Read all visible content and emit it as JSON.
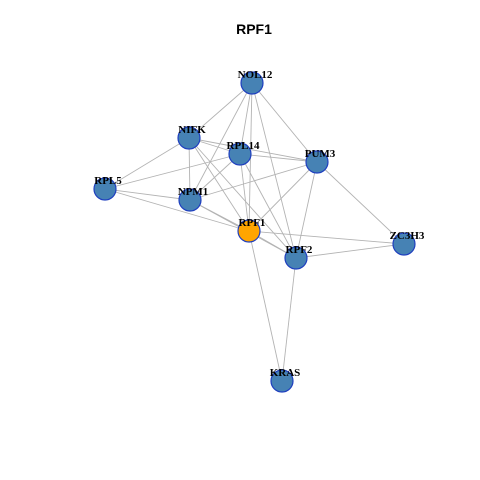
{
  "title": "RPF1",
  "colors": {
    "node_default": "#4682b4",
    "node_highlight": "#ffa500",
    "node_border": "#1f3fbf",
    "edge": "#b3b3b3"
  },
  "nodes": [
    {
      "id": "NOL12",
      "label": "NOL12",
      "highlight": false
    },
    {
      "id": "NIFK",
      "label": "NIFK",
      "highlight": false
    },
    {
      "id": "RPL14",
      "label": "RPL14",
      "highlight": false
    },
    {
      "id": "PUM3",
      "label": "PUM3",
      "highlight": false
    },
    {
      "id": "RPL5",
      "label": "RPL5",
      "highlight": false
    },
    {
      "id": "NPM1",
      "label": "NPM1",
      "highlight": false
    },
    {
      "id": "RPF1",
      "label": "RPF1",
      "highlight": true
    },
    {
      "id": "ZC3H3",
      "label": "ZC3H3",
      "highlight": false
    },
    {
      "id": "RPF2",
      "label": "RPF2",
      "highlight": false
    },
    {
      "id": "KRAS",
      "label": "KRAS",
      "highlight": false
    }
  ],
  "edges": [
    [
      "NOL12",
      "NIFK"
    ],
    [
      "NOL12",
      "RPL14"
    ],
    [
      "NOL12",
      "PUM3"
    ],
    [
      "NOL12",
      "NPM1"
    ],
    [
      "NOL12",
      "RPF1"
    ],
    [
      "NOL12",
      "RPF2"
    ],
    [
      "NIFK",
      "RPL14"
    ],
    [
      "NIFK",
      "PUM3"
    ],
    [
      "NIFK",
      "RPL5"
    ],
    [
      "NIFK",
      "NPM1"
    ],
    [
      "NIFK",
      "RPF1"
    ],
    [
      "NIFK",
      "RPF2"
    ],
    [
      "RPL14",
      "PUM3"
    ],
    [
      "RPL14",
      "RPL5"
    ],
    [
      "RPL14",
      "NPM1"
    ],
    [
      "RPL14",
      "RPF1"
    ],
    [
      "RPL14",
      "RPF2"
    ],
    [
      "PUM3",
      "NPM1"
    ],
    [
      "PUM3",
      "RPF1"
    ],
    [
      "PUM3",
      "RPF2"
    ],
    [
      "PUM3",
      "ZC3H3"
    ],
    [
      "RPL5",
      "NPM1"
    ],
    [
      "RPL5",
      "RPF1"
    ],
    [
      "NPM1",
      "RPF1"
    ],
    [
      "NPM1",
      "RPF2"
    ],
    [
      "RPF1",
      "RPF2"
    ],
    [
      "RPF1",
      "ZC3H3"
    ],
    [
      "RPF1",
      "KRAS"
    ],
    [
      "RPF2",
      "ZC3H3"
    ],
    [
      "RPF2",
      "KRAS"
    ]
  ]
}
